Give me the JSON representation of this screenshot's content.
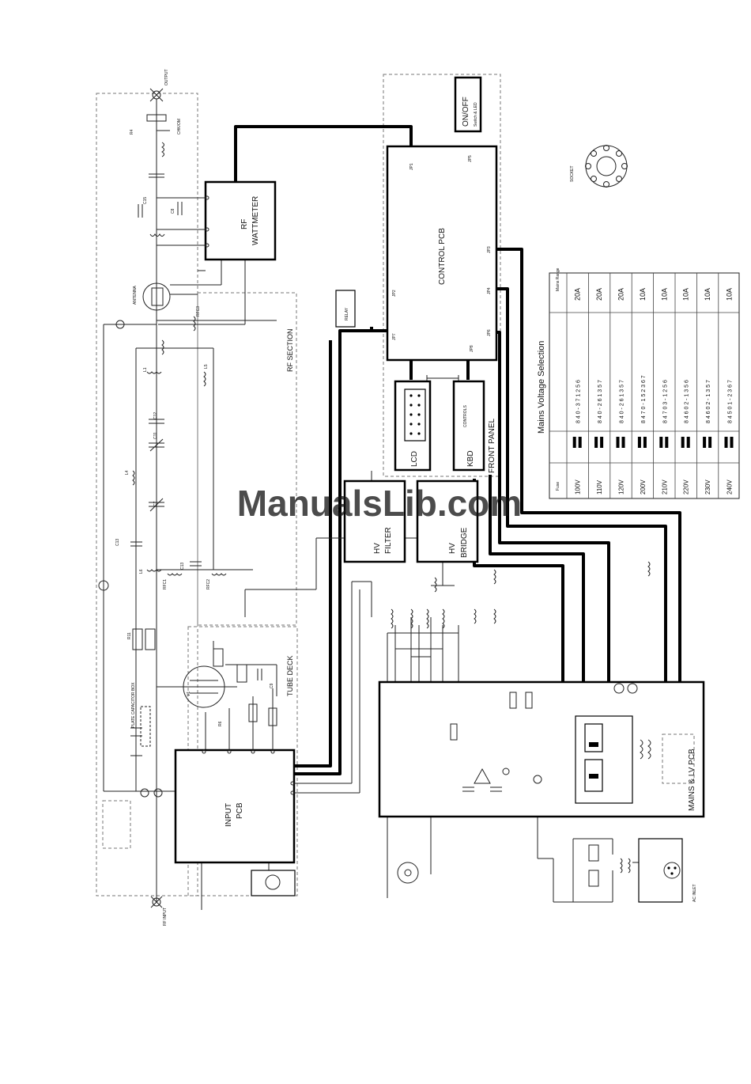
{
  "watermark": "ManualsLib.com",
  "blocks": {
    "onoff": "ON/OFF",
    "onoff_sub": "Switch & LED",
    "control": "CONTROL PCB",
    "rf_wattmeter_1": "RF",
    "rf_wattmeter_2": "WATTMETER",
    "rf_section": "RF SECTION",
    "lcd": "LCD",
    "kbd": "KBD",
    "front_panel": "FRONT PANEL",
    "hv_filter_1": "HV",
    "hv_filter_2": "FILTER",
    "hv_bridge_1": "HV",
    "hv_bridge_2": "BRIDGE",
    "tube_deck": "TUBE DECK",
    "input_pcb_1": "INPUT",
    "input_pcb_2": "PCB",
    "mains_lv": "MAINS & LV PCB",
    "plate_cap": "PLATE CAPACITOR BOX",
    "ac_inlet": "AC INLET"
  },
  "mains_table": {
    "title": "Mains Voltage Selection",
    "header_range": "Mains Range",
    "header_fuse": "Fuse",
    "rows": [
      {
        "voltage": "100V",
        "digits": "8 4 0 - 3 7 1 2 5 6",
        "fuse": "20A"
      },
      {
        "voltage": "110V",
        "digits": "8 4 0 - 2 6 1 3 5 7",
        "fuse": "20A"
      },
      {
        "voltage": "120V",
        "digits": "8 4 0 - 2 6 1 3 5 7",
        "fuse": "20A"
      },
      {
        "voltage": "200V",
        "digits": "8 4 7 0 - 1 5 2 3 6 7",
        "fuse": "10A"
      },
      {
        "voltage": "210V",
        "digits": "8 4 7 0 3 - 1 2 5 6",
        "fuse": "10A"
      },
      {
        "voltage": "220V",
        "digits": "8 4 6 0 2 - 1 3 5 6",
        "fuse": "10A"
      },
      {
        "voltage": "230V",
        "digits": "8 4 6 0 2 - 1 3 5 7",
        "fuse": "10A"
      },
      {
        "voltage": "240V",
        "digits": "8 4 5 0 1 - 2 3 6 7",
        "fuse": "10A"
      }
    ]
  }
}
